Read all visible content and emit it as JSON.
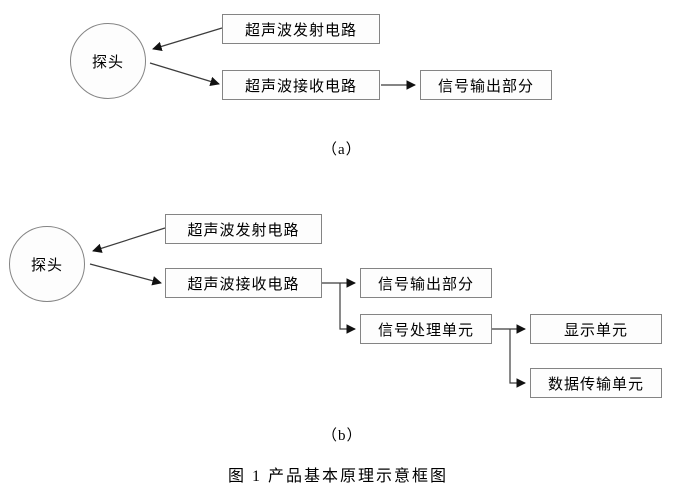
{
  "figure": {
    "caption": "图 1  产品基本原理示意框图"
  },
  "diagram_a": {
    "label": "（a）",
    "nodes": {
      "probe": "探头",
      "transmit": "超声波发射电路",
      "receive": "超声波接收电路",
      "output": "信号输出部分"
    }
  },
  "diagram_b": {
    "label": "（b）",
    "nodes": {
      "probe": "探头",
      "transmit": "超声波发射电路",
      "receive": "超声波接收电路",
      "output": "信号输出部分",
      "processor": "信号处理单元",
      "display": "显示单元",
      "transfer": "数据传输单元"
    }
  },
  "style": {
    "line_color": "#3c3c3c",
    "arrow_color": "#111111",
    "box_border_color": "#848484"
  }
}
